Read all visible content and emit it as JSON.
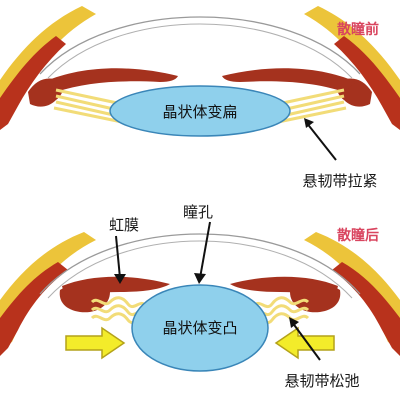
{
  "panels": {
    "top": {
      "state_label": "散瞳前",
      "lens_label": "晶状体变扁",
      "zonule_label": "悬韧带拉紧"
    },
    "bottom": {
      "state_label": "散瞳后",
      "lens_label": "晶状体变凸",
      "iris_label": "虹膜",
      "pupil_label": "瞳孔",
      "zonule_label": "悬韧带松弛"
    }
  },
  "colors": {
    "state_label": "#d9455f",
    "lens_fill": "#8fd0ec",
    "lens_stroke": "#3a86b8",
    "iris": "#a5321e",
    "sclera_red": "#b8321c",
    "sclera_yellow": "#ecc43a",
    "zonule": "#f2dc78",
    "arrow_fill": "#f3ec2a",
    "arrow_stroke": "#b4a21a"
  },
  "icons": [
    "arrow-right-icon",
    "arrow-left-icon"
  ]
}
